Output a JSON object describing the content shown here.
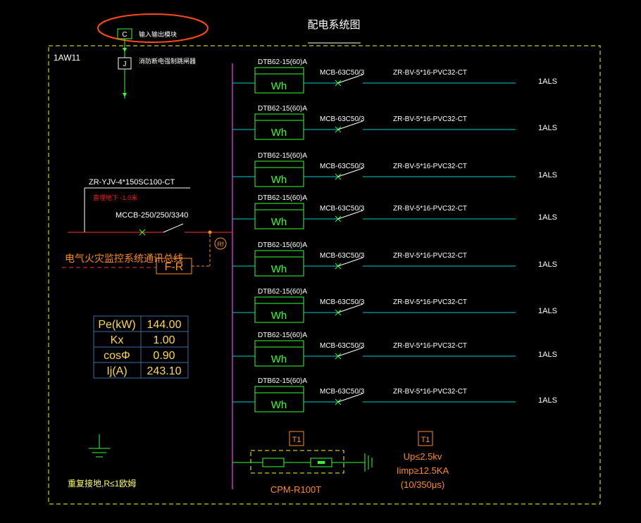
{
  "title": "配电系统图",
  "panel_id": "1AW11",
  "top_module": {
    "box_label": "C",
    "label": "输入输出模块",
    "relay_label": "J",
    "relay_text": "消防断电强制跳闸器"
  },
  "incoming": {
    "cable": "ZR-YJV-4*150SC100-CT",
    "red_note": "直埋地下 -1.0米",
    "breaker": "MCCB-250/250/3340",
    "bus_label": "电气火灾监控系统通讯总线",
    "fr_label": "F-R",
    "rf_label": "Rf"
  },
  "circuits": [
    {
      "meter": "DTB62-15(60)A",
      "wh": "Wh",
      "breaker": "MCB-63C50/3",
      "cable": "ZR-BV-5*16-PVC32-CT",
      "dest": "1ALS"
    },
    {
      "meter": "DTB62-15(60)A",
      "wh": "Wh",
      "breaker": "MCB-63C50/3",
      "cable": "ZR-BV-5*16-PVC32-CT",
      "dest": "1ALS"
    },
    {
      "meter": "DTB62-15(60)A",
      "wh": "Wh",
      "breaker": "MCB-63C50/3",
      "cable": "ZR-BV-5*16-PVC32-CT",
      "dest": "1ALS"
    },
    {
      "meter": "DTB62-15(60)A",
      "wh": "Wh",
      "breaker": "MCB-63C50/3",
      "cable": "ZR-BV-5*16-PVC32-CT",
      "dest": "1ALS"
    },
    {
      "meter": "DTB62-15(60)A",
      "wh": "Wh",
      "breaker": "MCB-63C50/3",
      "cable": "ZR-BV-5*16-PVC32-CT",
      "dest": "1ALS"
    },
    {
      "meter": "DTB62-15(60)A",
      "wh": "Wh",
      "breaker": "MCB-63C50/3",
      "cable": "ZR-BV-5*16-PVC32-CT",
      "dest": "1ALS"
    },
    {
      "meter": "DTB62-15(60)A",
      "wh": "Wh",
      "breaker": "MCB-63C50/3",
      "cable": "ZR-BV-5*16-PVC32-CT",
      "dest": "1ALS"
    },
    {
      "meter": "DTB62-15(60)A",
      "wh": "Wh",
      "breaker": "MCB-63C50/3",
      "cable": "ZR-BV-5*16-PVC32-CT",
      "dest": "1ALS"
    }
  ],
  "load_table": [
    {
      "label": "Pe(kW)",
      "value": "144.00"
    },
    {
      "label": "Kx",
      "value": "1.00"
    },
    {
      "label": "cosΦ",
      "value": "0.90"
    },
    {
      "label": "Ij(A)",
      "value": "243.10"
    }
  ],
  "ground_label": "重复接地,R≤1欧姆",
  "surge": {
    "tag": "T1",
    "model": "CPM-R100T",
    "spec_tag": "T1",
    "spec_lines": [
      "Up≤2.5kv",
      "Iimp≥12.5KA",
      "(10/350μs)"
    ]
  },
  "colors": {
    "background": "#000000",
    "frame": "#ffff00",
    "busbar": "#cc33cc",
    "feeder": "#00cccc",
    "equipment": "#33ff33",
    "incoming": "#ff3030",
    "annotation": "#ff8c1a"
  }
}
